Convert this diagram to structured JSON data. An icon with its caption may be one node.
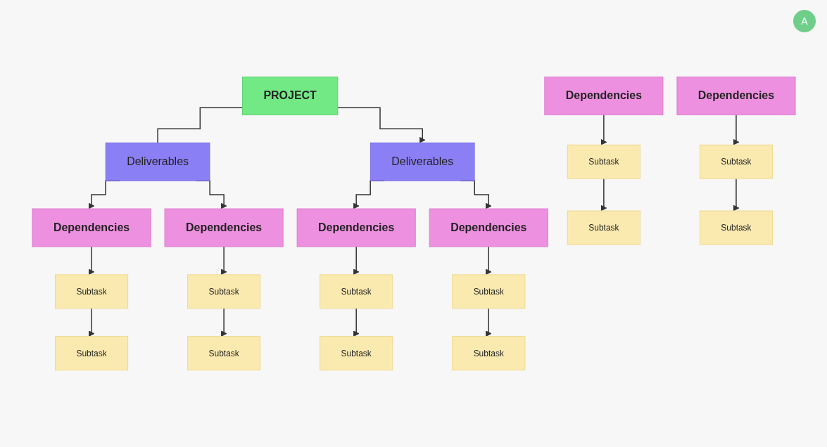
{
  "diagram": {
    "nodes": [
      {
        "text": [
          "PROJECT"
        ]
      },
      {
        "text": [
          "Deliverables"
        ]
      },
      {
        "text": [
          "Deliverables"
        ]
      },
      {
        "text": [
          "Dependencies"
        ]
      },
      {
        "text": [
          "Dependencies"
        ]
      },
      {
        "text": [
          "Dependencies"
        ]
      },
      {
        "text": [
          "Dependencies"
        ]
      },
      {
        "text": [
          "Dependencies"
        ]
      },
      {
        "text": [
          "Dependencies"
        ]
      },
      {
        "text": [
          "Subtask"
        ]
      },
      {
        "text": [
          "Subtask"
        ]
      },
      {
        "text": [
          "Subtask"
        ]
      },
      {
        "text": [
          "Subtask"
        ]
      },
      {
        "text": [
          "Subtask"
        ]
      },
      {
        "text": [
          "Subtask"
        ]
      },
      {
        "text": [
          "Subtask"
        ]
      },
      {
        "text": [
          "Subtask"
        ]
      },
      {
        "text": [
          "Subtask"
        ]
      },
      {
        "text": [
          "Subtask"
        ]
      },
      {
        "text": [
          "Subtask"
        ]
      },
      {
        "text": [
          "Subtask"
        ]
      }
    ],
    "edges": [
      {
        "from": 0,
        "to": 1,
        "arrow": "none"
      },
      {
        "from": 0,
        "to": 2,
        "arrow": "to"
      },
      {
        "from": 1,
        "to": 3,
        "arrow": "to"
      },
      {
        "from": 1,
        "to": 5,
        "arrow": "to"
      },
      {
        "from": 2,
        "to": 6,
        "arrow": "to"
      },
      {
        "from": 2,
        "to": 8,
        "arrow": "to"
      },
      {
        "from": 3,
        "to": 9,
        "arrow": "to"
      },
      {
        "from": 4,
        "to": 10,
        "arrow": "to"
      },
      {
        "from": 5,
        "to": 11,
        "arrow": "to"
      },
      {
        "from": 6,
        "to": 12,
        "arrow": "to"
      },
      {
        "from": 7,
        "to": 13,
        "arrow": "to"
      },
      {
        "from": 8,
        "to": 14,
        "arrow": "to"
      },
      {
        "from": 9,
        "to": 15,
        "arrow": "to"
      },
      {
        "from": 10,
        "to": 16,
        "arrow": "to"
      },
      {
        "from": 11,
        "to": 17,
        "arrow": "to"
      },
      {
        "from": 12,
        "to": 18,
        "arrow": "to"
      },
      {
        "from": 13,
        "to": 19,
        "arrow": "to"
      },
      {
        "from": 14,
        "to": 20,
        "arrow": "to"
      }
    ],
    "labels": [
      "A"
    ]
  }
}
